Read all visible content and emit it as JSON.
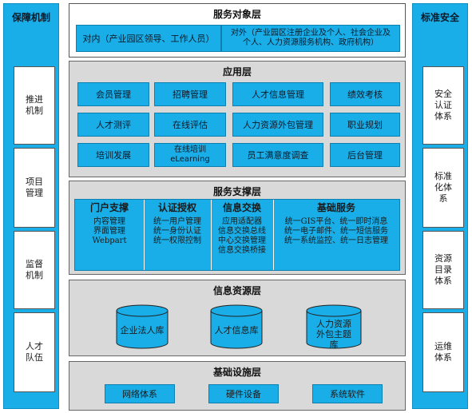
{
  "left_column": {
    "title": "保障机制",
    "items": [
      "推进机制",
      "项目管理",
      "监督机制",
      "人才队伍"
    ]
  },
  "right_column": {
    "title": "标准安全",
    "items": [
      "安全认证体系",
      "标准化体系",
      "资源目录体系",
      "运维体系"
    ]
  },
  "service_target_layer": {
    "title": "服务对象层",
    "internal": "对内（产业园区领导、工作人员）",
    "external_line1": "对外（产业园区注册企业及个人、社会企业及",
    "external_line2": "个人、人力资源服务机构、政府机构）"
  },
  "application_layer": {
    "title": "应用层",
    "items": [
      "会员管理",
      "招聘管理",
      "人才信息管理",
      "绩效考核",
      "人才测评",
      "在线评估",
      "人力资源外包管理",
      "职业规划",
      "培训发展",
      "在线培训 eLearning",
      "员工满意度调查",
      "后台管理"
    ]
  },
  "service_support_layer": {
    "title": "服务支撑层",
    "columns": [
      {
        "title": "门户支撑",
        "lines": [
          "内容管理",
          "界面管理",
          "Webpart"
        ]
      },
      {
        "title": "认证授权",
        "lines": [
          "统一用户管理",
          "统一身份认证",
          "统一权限控制"
        ]
      },
      {
        "title": "信息交换",
        "lines": [
          "应用适配器",
          "信息交换总线",
          "中心交换管理",
          "信息交换桥接"
        ]
      },
      {
        "title": "基础服务",
        "lines": [
          "统一GIS平台、统一即时消息",
          "统一电子邮件、统一短信服务",
          "统一系统监控、统一日志管理"
        ]
      }
    ]
  },
  "info_resource_layer": {
    "title": "信息资源层",
    "databases": [
      "企业法人库",
      "人才信息库",
      "人力资源外包主题库"
    ]
  },
  "infrastructure_layer": {
    "title": "基础设施层",
    "items": [
      "网络体系",
      "硬件设备",
      "系统软件"
    ]
  },
  "colors": {
    "accent_blue": "#19aee8",
    "layer_gray": "#d9d9d9"
  }
}
